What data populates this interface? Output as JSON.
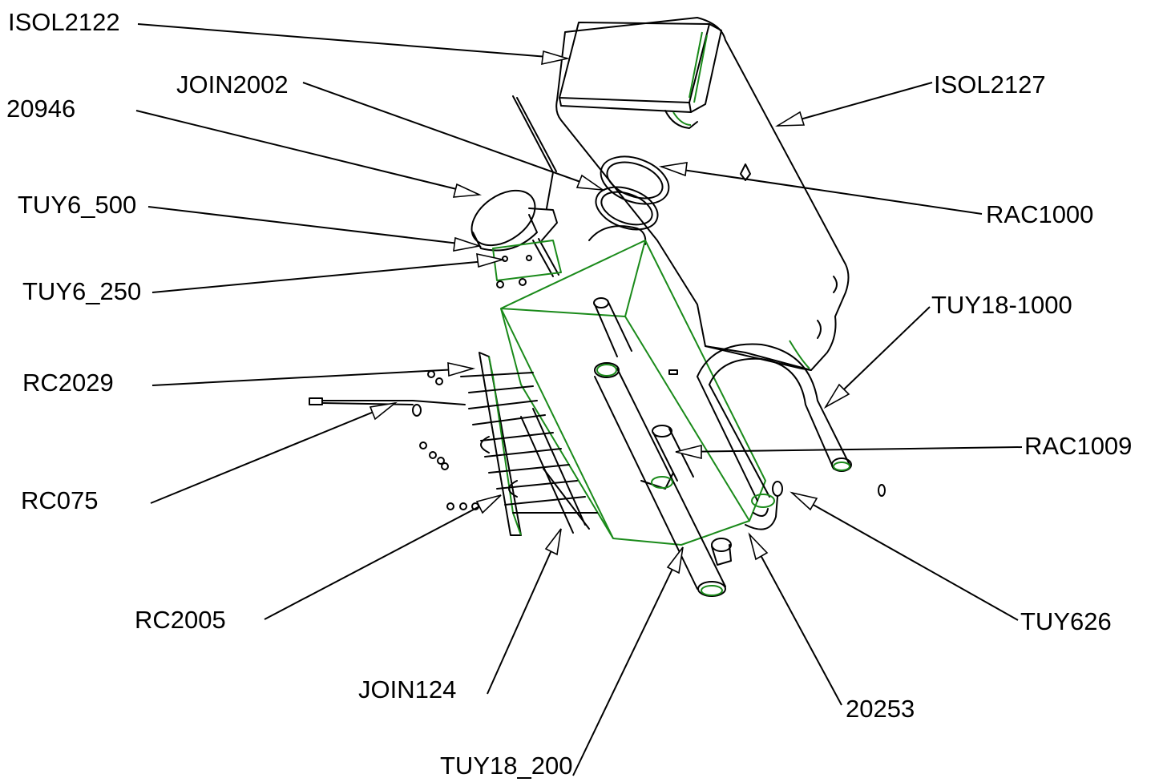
{
  "labels": {
    "isol2122": "ISOL2122",
    "join2002": "JOIN2002",
    "n20946": "20946",
    "isol2127": "ISOL2127",
    "tuy6_500": "TUY6_500",
    "rac1000": "RAC1000",
    "tuy6_250": "TUY6_250",
    "tuy18_1000": "TUY18-1000",
    "rc2029": "RC2029",
    "rac1009": "RAC1009",
    "rc075": "RC075",
    "rc2005": "RC2005",
    "tuy626": "TUY626",
    "join124": "JOIN124",
    "n20253": "20253",
    "tuy18_200": "TUY18_200"
  },
  "colors": {
    "outline": "#000000",
    "highlight": "#1a8a1a",
    "background": "#ffffff"
  }
}
